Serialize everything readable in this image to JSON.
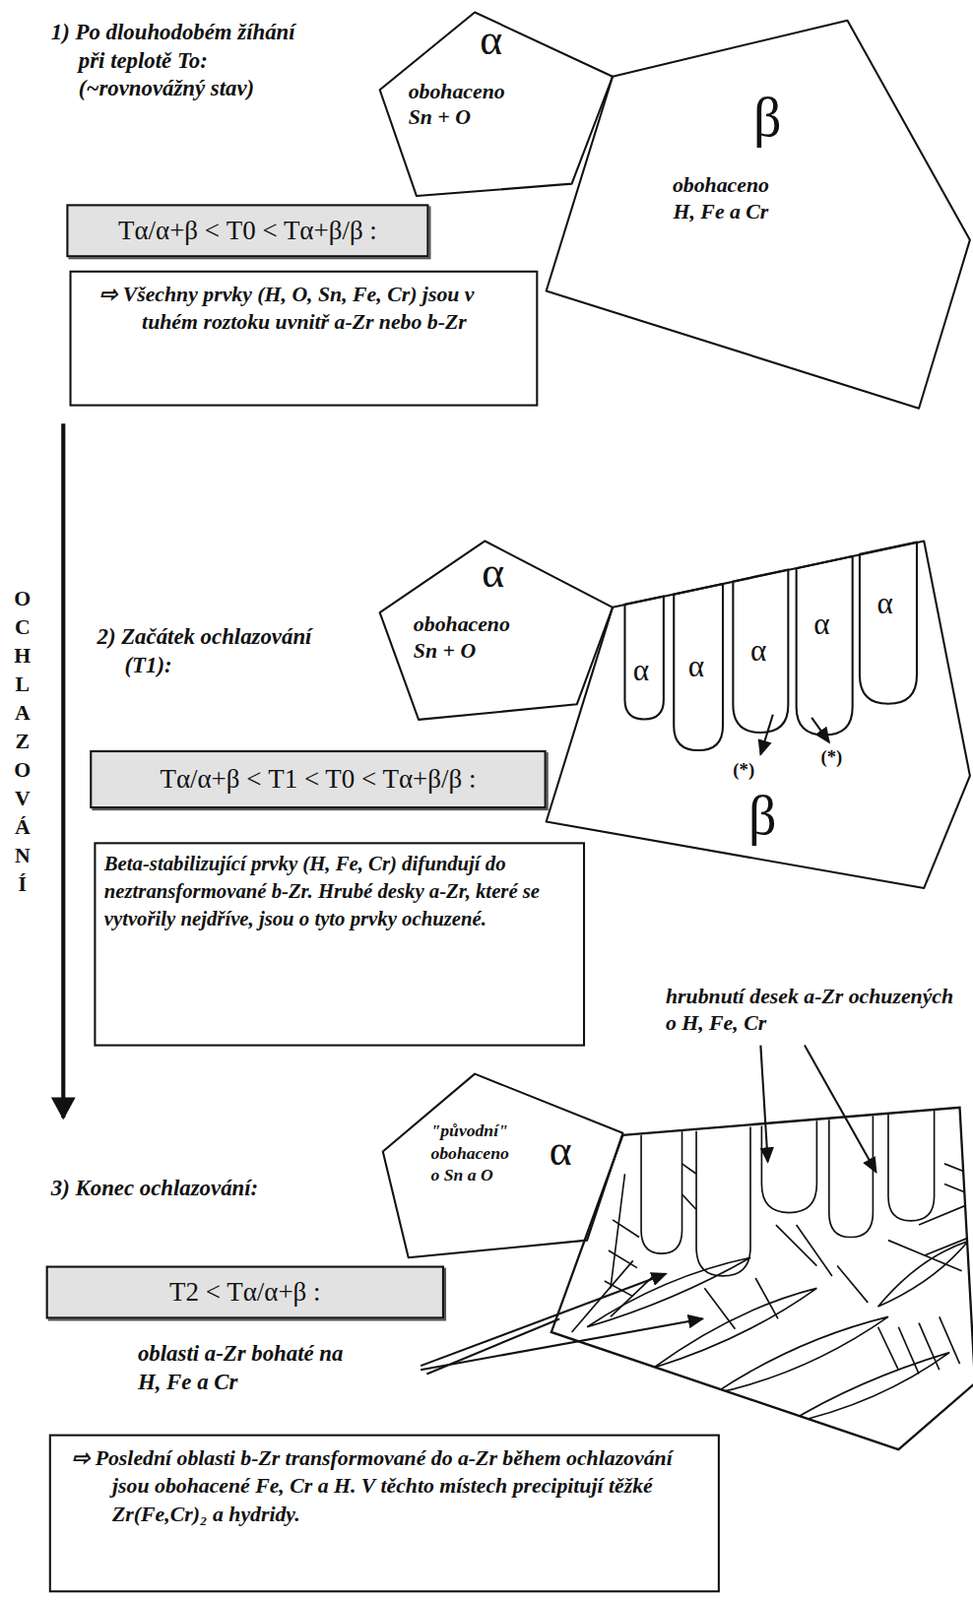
{
  "diagram": {
    "nodes": [
      {
        "text": [
          "α",
          "obohaceno Sn + O"
        ]
      },
      {
        "text": [
          "β",
          "obohaceno H, Fe a Cr"
        ]
      },
      {
        "text": [
          "Tα/α+β < T0 < Tα+β/β :"
        ]
      },
      {
        "text": [
          "⇨ Všechny prvky (H, O, Sn, Fe, Cr) jsou v tuhém roztoku uvnitř a-Zr nebo b-Zr"
        ]
      },
      {
        "text": [
          "α",
          "obohaceno Sn + O"
        ]
      },
      {
        "text": [
          "β"
        ]
      },
      {
        "text": [
          "α"
        ],
        "in": 5
      },
      {
        "text": [
          "α"
        ],
        "in": 5
      },
      {
        "text": [
          "α"
        ],
        "in": 5
      },
      {
        "text": [
          "α"
        ],
        "in": 5
      },
      {
        "text": [
          "α"
        ],
        "in": 5
      },
      {
        "text": [
          "Tα/α+β < T1 < T0 < Tα+β/β :"
        ]
      },
      {
        "text": [
          "Beta-stabilizující prvky (H, Fe, Cr) difundují do neztransformované b-Zr. Hrubé desky a-Zr, které se vytvořily nejdříve, jsou o tyto prvky ochuzené."
        ]
      },
      {
        "text": [
          "α",
          "\"původní\" obohaceno o Sn a O"
        ]
      },
      {
        "text": [
          "T2 < Tα/α+β :"
        ]
      },
      {
        "text": [
          "⇨ Poslední oblasti b-Zr transformované do a-Zr během ochlazování jsou obohacené Fe, Cr a H. V těchto místech precipitují těžké Zr(Fe,Cr)₂ a hydridy."
        ]
      }
    ],
    "labels": [
      "1) Po dlouhodobém žíhání při teplotě To: (~rovnovážný stav)",
      "OCHLAZOVÁNÍ",
      "2) Začátek ochlazování (T1):",
      "(*)",
      "(*)",
      "hrubnutí desek a-Zr ochuzených o H, Fe, Cr",
      "3) Konec ochlazování:",
      "oblasti a-Zr bohaté na H, Fe a Cr"
    ]
  }
}
